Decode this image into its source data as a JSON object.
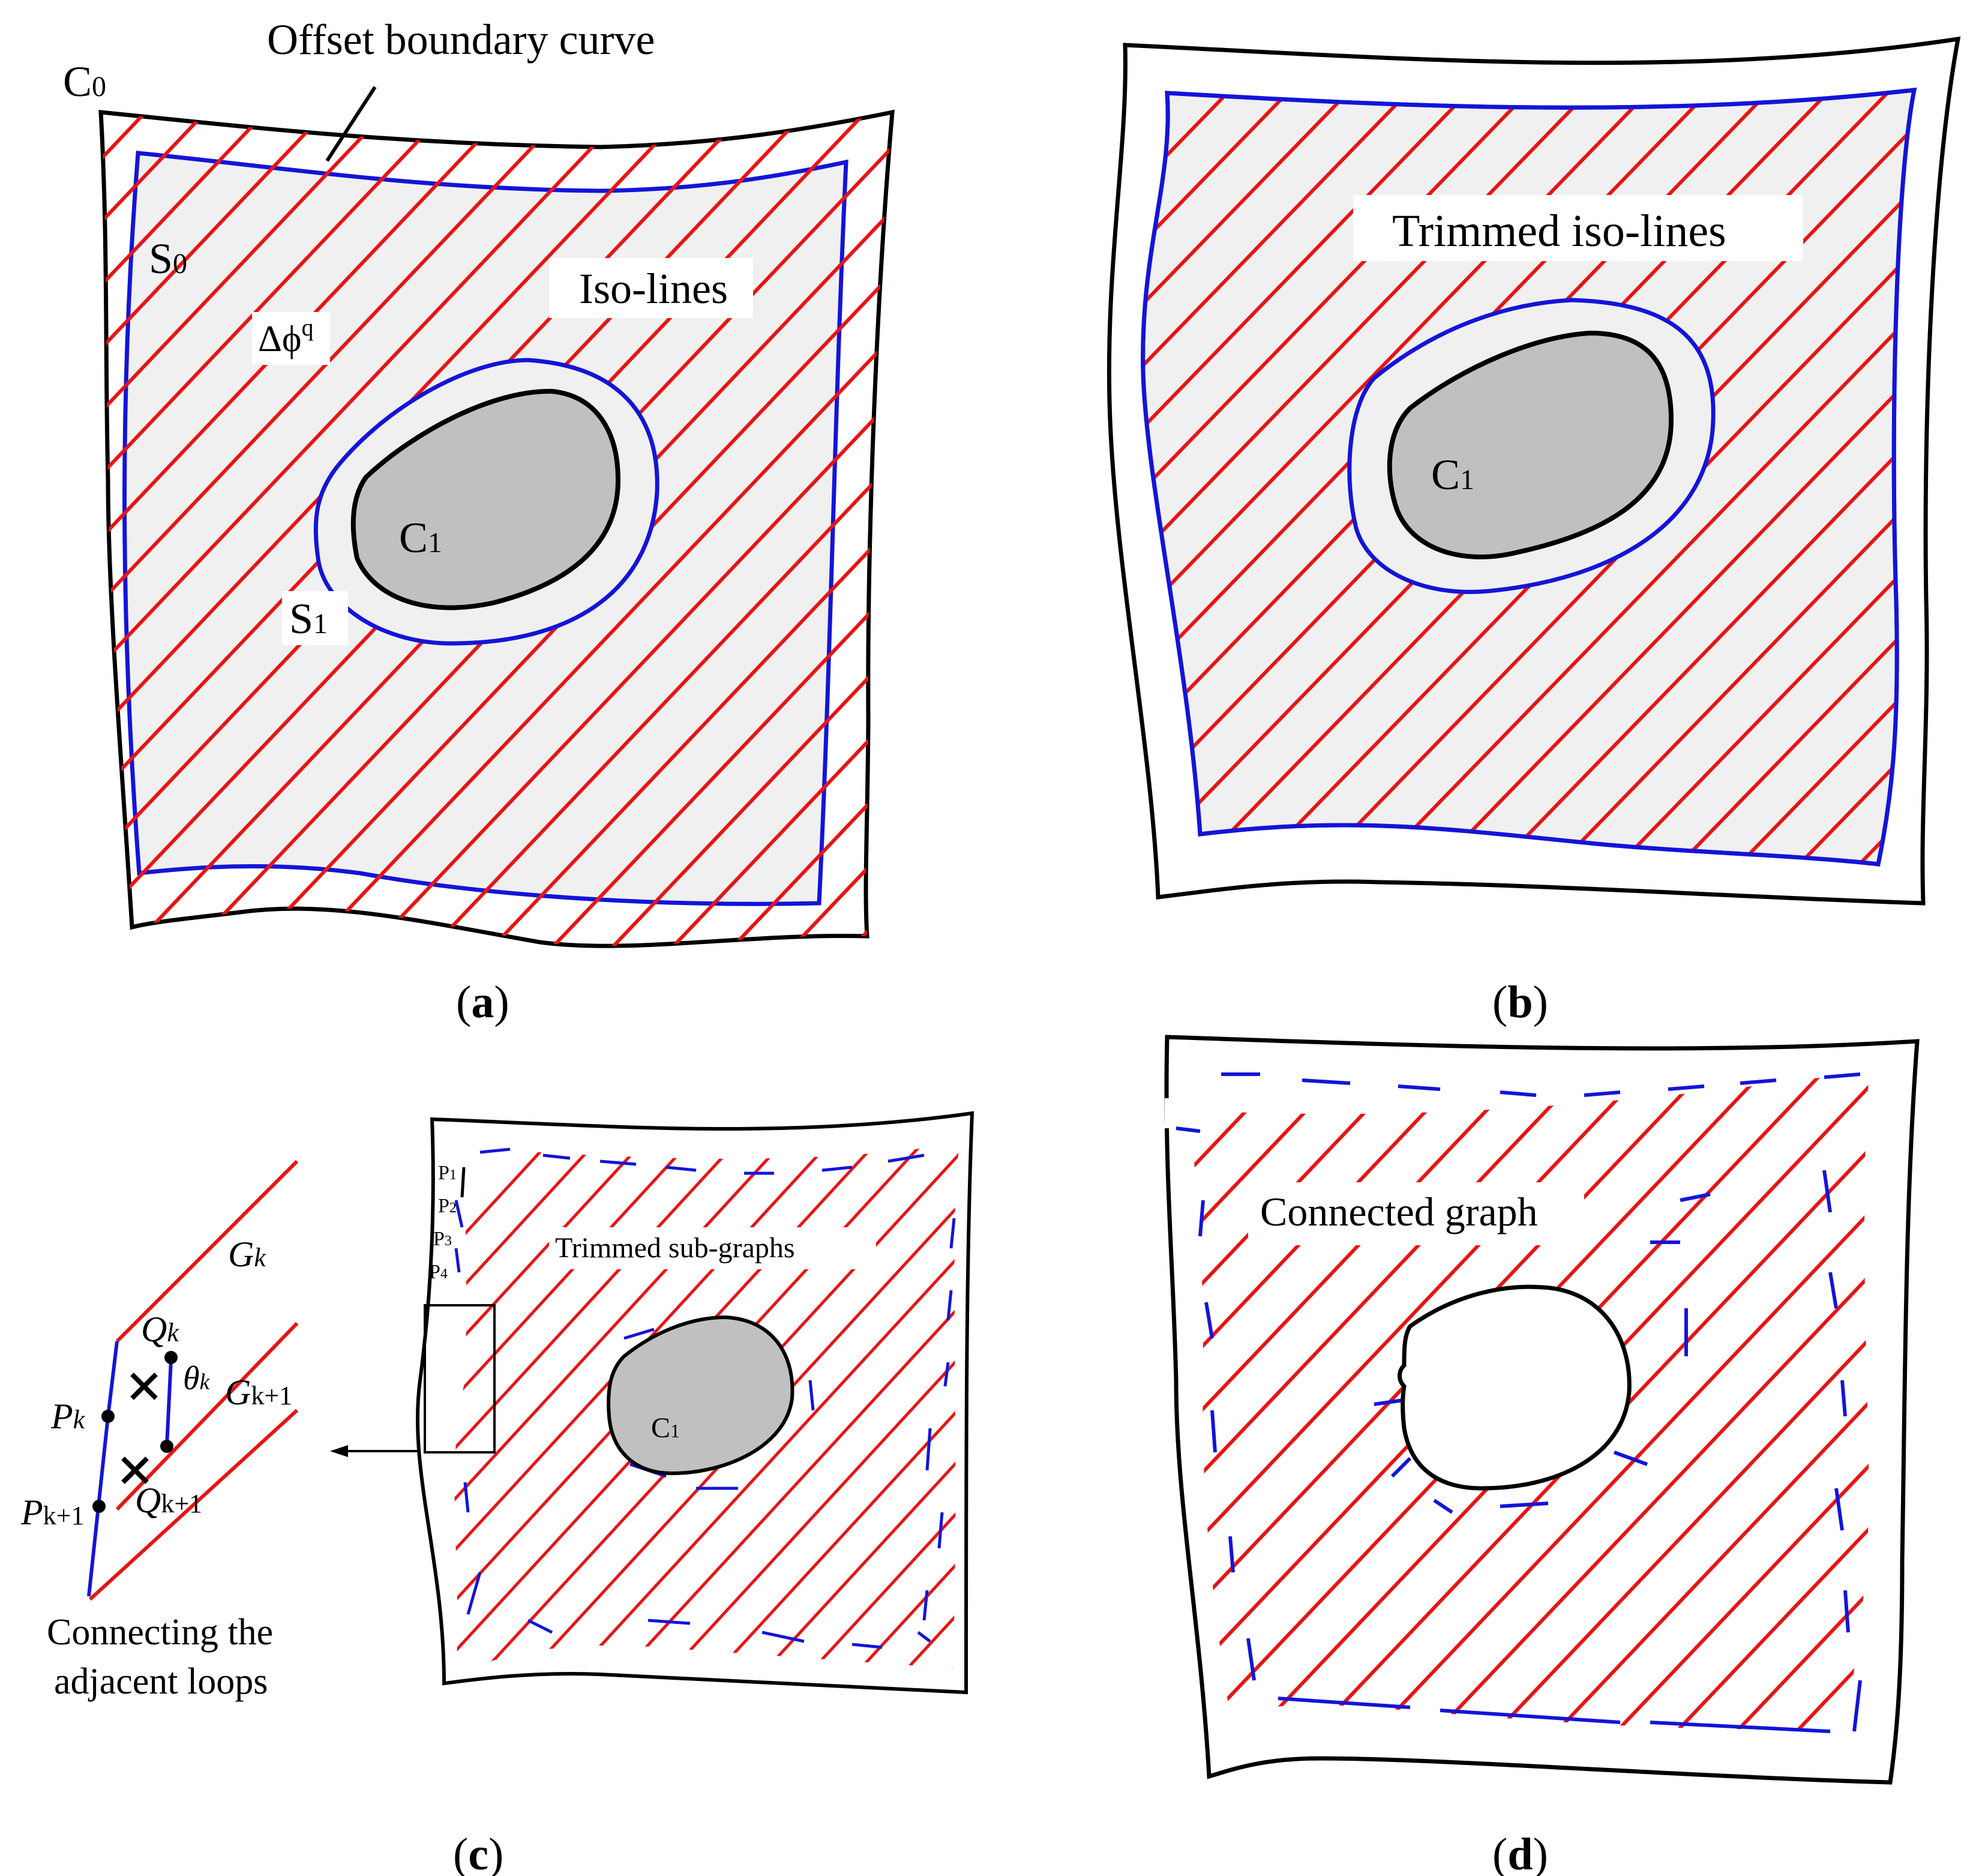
{
  "panel_a": {
    "caption_open": "(",
    "caption_letter": "a",
    "caption_close": ")",
    "offset_boundary_label": "Offset boundary curve",
    "c0_label": "C",
    "c0_sub": "0",
    "s0_label": "S",
    "s0_sub": "0",
    "delta_phi_label": "Δϕ",
    "delta_phi_sup": "q",
    "iso_lines_label": "Iso-lines",
    "c1_label": "C",
    "c1_sub": "1",
    "s1_label": "S",
    "s1_sub": "1"
  },
  "panel_b": {
    "caption_open": "(",
    "caption_letter": "b",
    "caption_close": ")",
    "trimmed_iso_lines_label": "Trimmed iso-lines",
    "c1_label": "C",
    "c1_sub": "1"
  },
  "panel_c": {
    "caption_open": "(",
    "caption_letter": "c",
    "caption_close": ")",
    "trimmed_subgraphs_label": "Trimmed sub-graphs",
    "c1_label": "C",
    "c1_sub": "1",
    "p_labels": [
      {
        "main": "P",
        "sub": "1"
      },
      {
        "main": "P",
        "sub": "2"
      },
      {
        "main": "P",
        "sub": "3"
      },
      {
        "main": "P",
        "sub": "4"
      }
    ],
    "inset": {
      "gk_label": "G",
      "gk_sub": "k",
      "gk1_label": "G",
      "gk1_sub": "k+1",
      "qk_label": "Q",
      "qk_sub": "k",
      "qk1_label": "Q",
      "qk1_sub": "k+1",
      "pk_label": "P",
      "pk_sub": "k",
      "pk1_label": "P",
      "pk1_sub": "k+1",
      "theta_label": "θ",
      "theta_sub": "k",
      "caption_line1": "Connecting the",
      "caption_line2": "adjacent loops"
    }
  },
  "panel_d": {
    "caption_open": "(",
    "caption_letter": "d",
    "caption_close": ")",
    "connected_graph_label": "Connected graph"
  },
  "colors": {
    "outer_boundary": "#000000",
    "offset_boundary": "#1414d8",
    "iso_line": "#e81414",
    "region_fill": "#f0f0f0",
    "hole_fill": "#c0c0c0"
  }
}
